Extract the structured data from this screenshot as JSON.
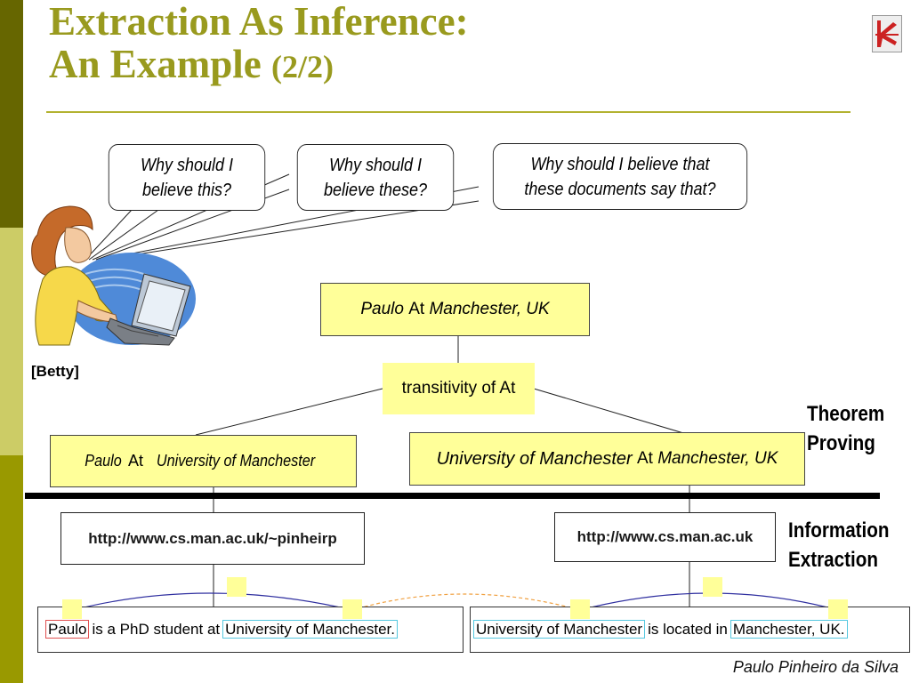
{
  "slide": {
    "title_line1": "Extraction As Inference:",
    "title_line2": "An Example",
    "title_suffix": "(2/2)",
    "footer": "Paulo Pinheiro da Silva",
    "character_label": "[Betty]"
  },
  "bubbles": [
    {
      "text": "Why should I believe this?"
    },
    {
      "text": "Why should I believe these?"
    },
    {
      "text": "Why should I believe that these documents say that?"
    }
  ],
  "proof": {
    "root": {
      "subject": "Paulo",
      "relation": "At",
      "object": "Manchester, UK"
    },
    "rule": "transitivity of At",
    "left": {
      "subject": "Paulo",
      "relation": "At",
      "object": "University of Manchester"
    },
    "right": {
      "subject": "University of Manchester",
      "relation": "At",
      "object": "Manchester, UK"
    }
  },
  "sources": {
    "left_url": "http://www.cs.man.ac.uk/~pinheirp",
    "right_url": "http://www.cs.man.ac.uk"
  },
  "labels": {
    "theorem_line1": "Theorem",
    "theorem_line2": "Proving",
    "ie_line1": "Information",
    "ie_line2": "Extraction"
  },
  "sentences": {
    "left": {
      "entity1": "Paulo",
      "middle": "is a PhD student at",
      "entity2": "University of Manchester."
    },
    "right": {
      "entity1": "University of Manchester",
      "middle": "is located in",
      "entity2": "Manchester, UK."
    }
  },
  "colors": {
    "title": "#999a1e",
    "stripe_dark": "#666600",
    "stripe_light": "#cccc66",
    "stripe_mid": "#999900",
    "box_fill": "#ffff99",
    "arc_blue": "#3030a0",
    "arc_orange": "#f0a040",
    "highlight_red": "#e05050",
    "highlight_cyan": "#55c8e0"
  },
  "icons": {
    "logo": "utep-logo-icon",
    "character": "woman-at-laptop-icon"
  }
}
